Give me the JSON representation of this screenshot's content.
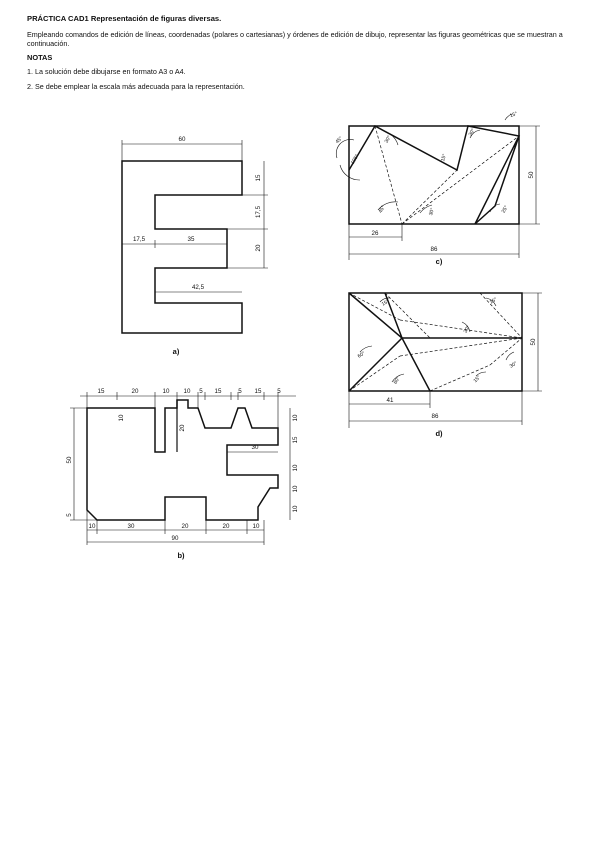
{
  "header": {
    "title": "PRÁCTICA CAD1 Representación de figuras diversas.",
    "intro": "Empleando comandos de edición de líneas, coordenadas (polares o cartesianas) y órdenes de edición de dibujo, representar las figuras geométricas que se muestran a continuación.",
    "notes_heading": "NOTAS",
    "notes": [
      "1.  La solución debe dibujarse en formato A3 o A4.",
      "2.  Se debe emplear la escala más adecuada para la representación."
    ]
  },
  "figure_a": {
    "caption": "a)",
    "dims": {
      "top": "60",
      "d15": "15",
      "d175": "17,5",
      "d20": "20",
      "left": "17,5",
      "mid": "35",
      "bottom": "42,5"
    }
  },
  "figure_b": {
    "caption": "b)",
    "top_dims": [
      "15",
      "20",
      "10",
      "10",
      "5",
      "15",
      "5",
      "15",
      "5"
    ],
    "bottom_dims": [
      "10",
      "30",
      "20",
      "20",
      "10"
    ],
    "overall_width": "90",
    "height": "50",
    "left_small": "5",
    "inner_dims": {
      "d10": "10",
      "d20": "20",
      "d30": "30"
    },
    "right_dims": [
      "10",
      "15",
      "10",
      "10",
      "10"
    ]
  },
  "figure_c": {
    "caption": "c)",
    "width": "86",
    "height": "50",
    "base": "26",
    "angles": [
      "45°",
      "105°",
      "30°",
      "15°",
      "30°",
      "15°",
      "45°",
      "30°",
      "25°"
    ]
  },
  "figure_d": {
    "caption": "d)",
    "width": "86",
    "height": "50",
    "base": "41",
    "angles": [
      "15°",
      "15°",
      "30°",
      "60°",
      "60°",
      "15°",
      "30°"
    ]
  }
}
